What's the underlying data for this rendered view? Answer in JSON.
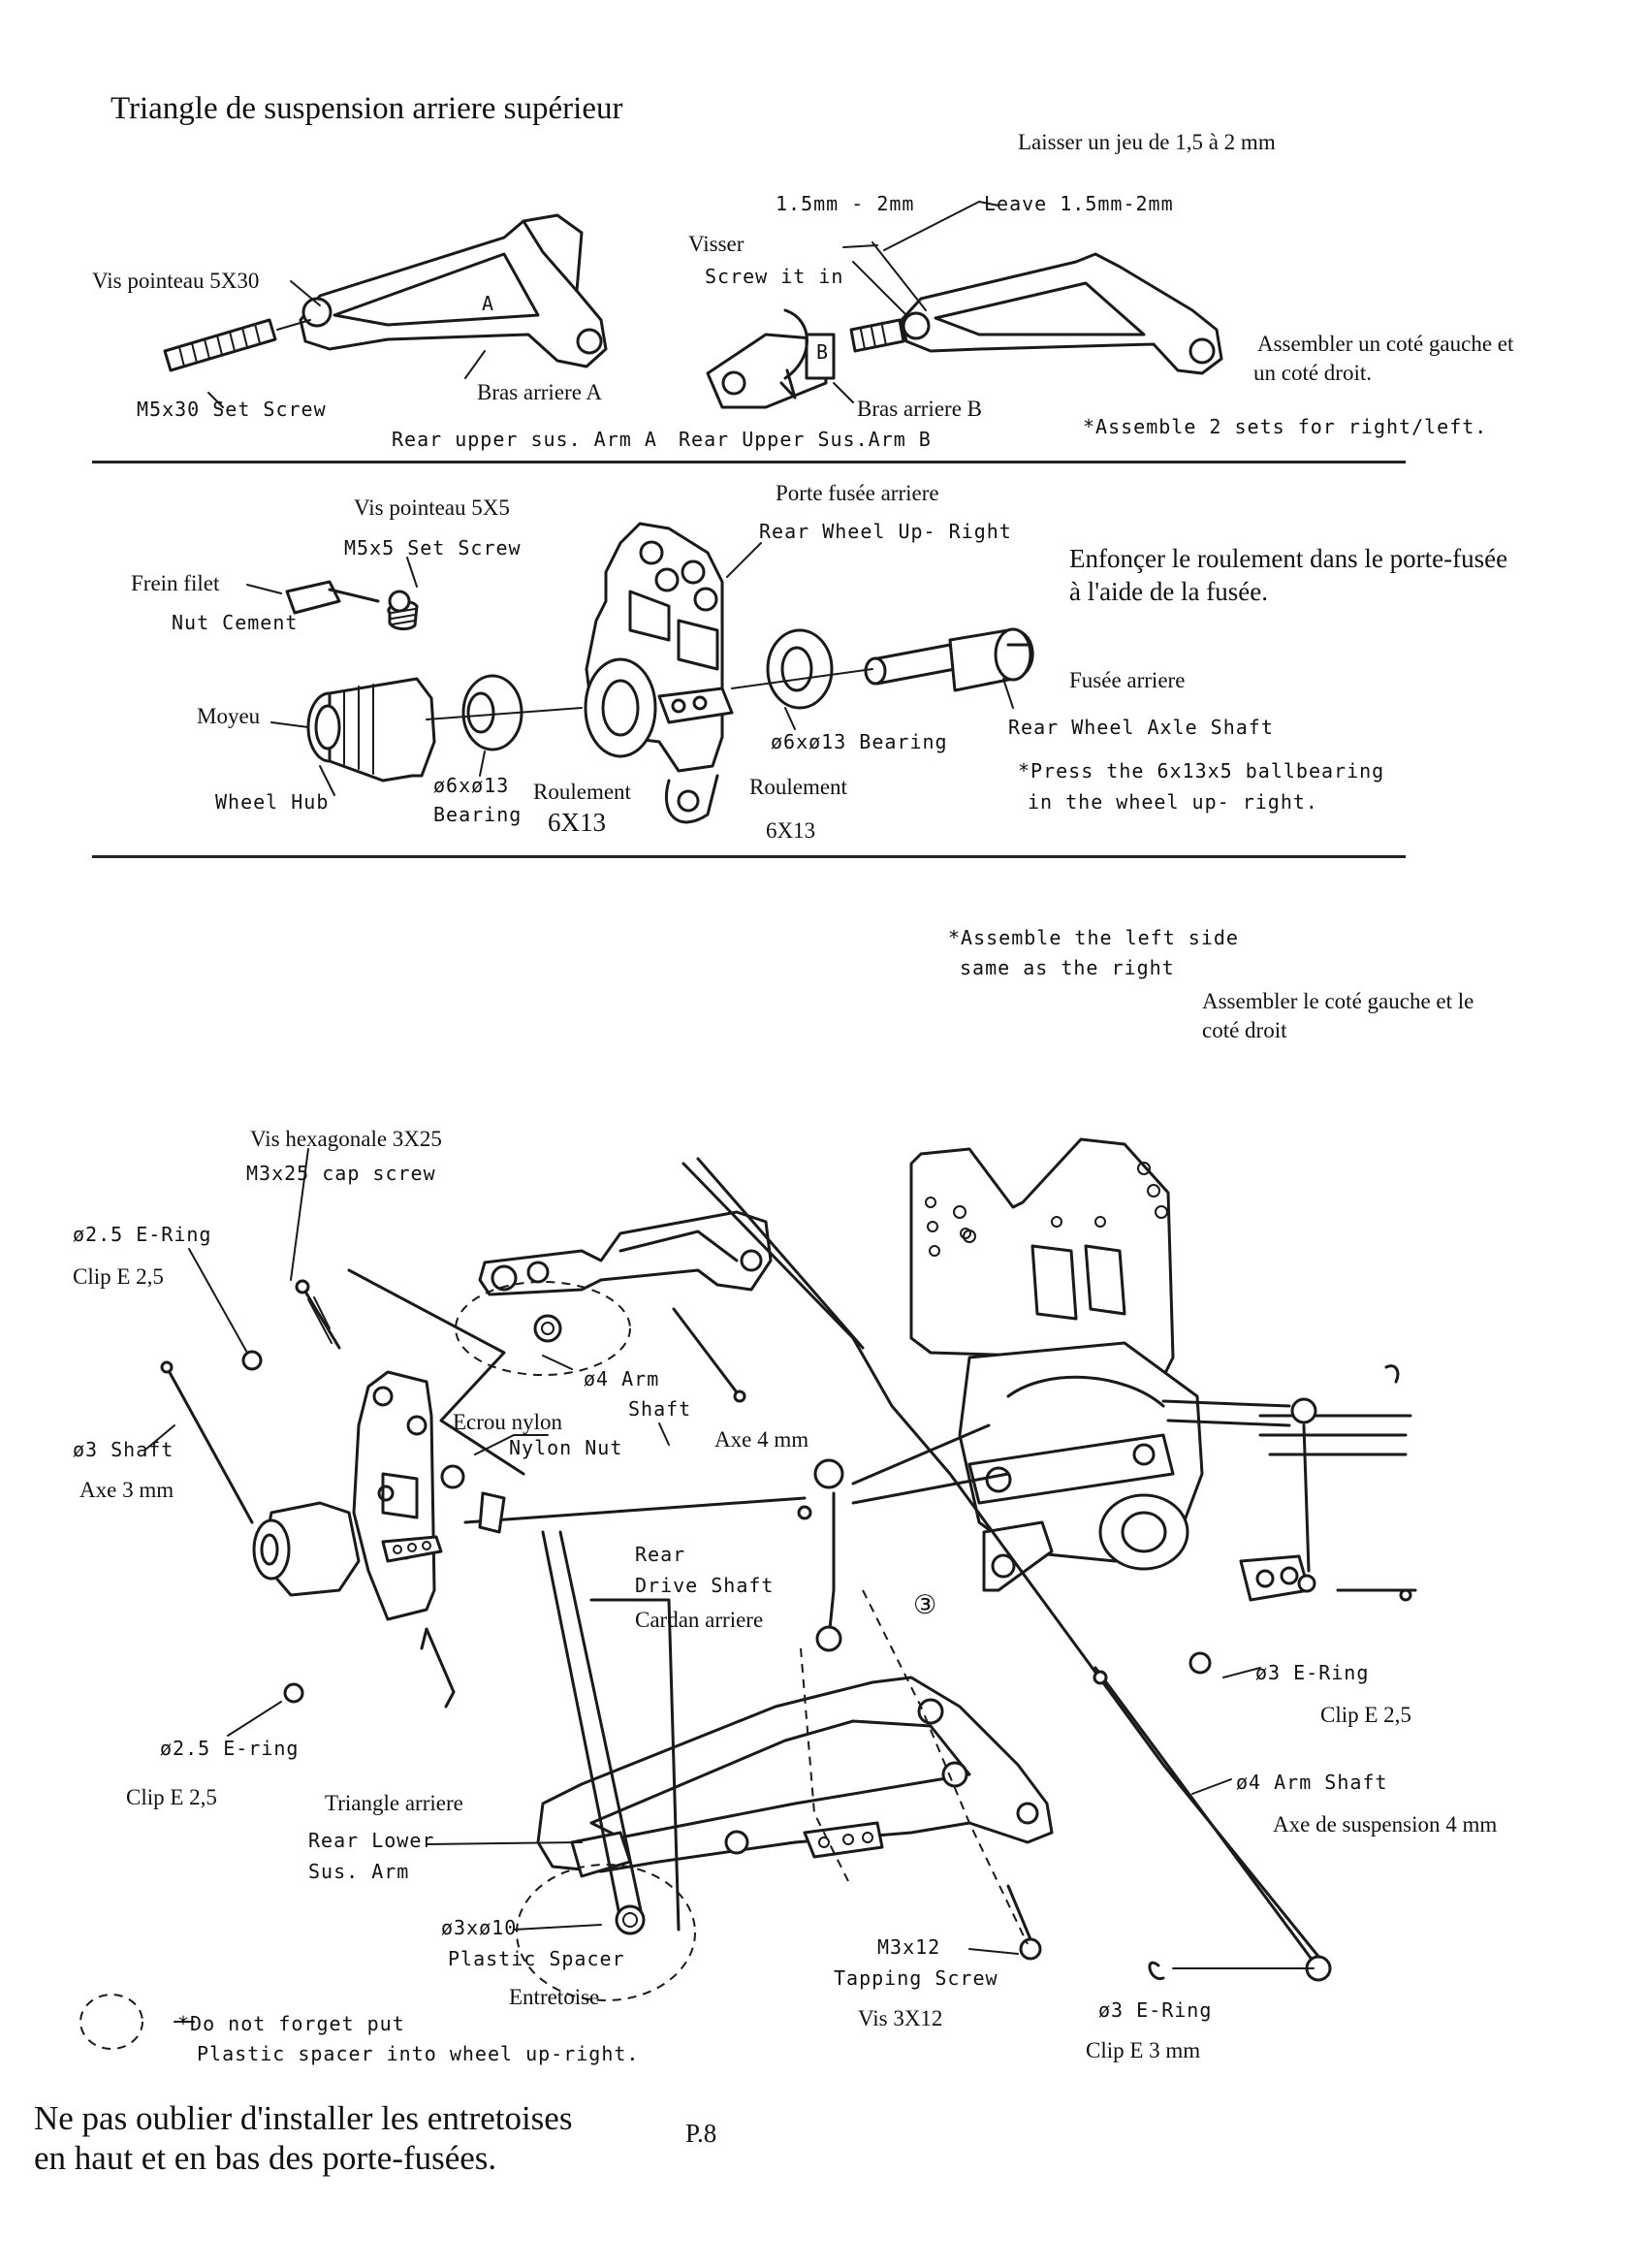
{
  "header": {
    "title": "Triangle de suspension arriere  supérieur",
    "gap_note_fr": "Laisser un jeu de 1,5 à 2 mm"
  },
  "section1": {
    "gap_value": "1.5mm - 2mm",
    "leave_gap": "Leave 1.5mm-2mm",
    "visser": "Visser",
    "screw_it_in": "Screw it in",
    "set_screw_fr": "Vis pointeau 5X30",
    "set_screw_en": "M5x30 Set Screw",
    "arm_a_fr": "Bras arriere A",
    "arm_a_en": "Rear upper sus. Arm A",
    "arm_b_fr": "Bras arriere B",
    "arm_b_en": "Rear Upper Sus.Arm B",
    "assemble_fr_1": "Assembler un coté gauche et",
    "assemble_fr_2": "un coté droit.",
    "assemble_en": "*Assemble 2 sets for right/left.",
    "arm_label_a": "A",
    "arm_label_b": "B"
  },
  "section2": {
    "hub_carrier_fr": "Porte fusée arriere",
    "hub_carrier_en": "Rear Wheel Up- Right",
    "set_screw_fr": "Vis pointeau 5X5",
    "set_screw_en": "M5x5 Set Screw",
    "frein_fr": "Frein filet",
    "frein_en": "Nut Cement",
    "moyeu_fr": "Moyeu",
    "wheel_hub_en": "Wheel Hub",
    "bearing1_en_1": "ø6xø13",
    "bearing1_en_2": "Bearing",
    "roulement1_fr": "Roulement",
    "roulement1_size": "6X13",
    "bearing2_en": "ø6xø13 Bearing",
    "roulement2_fr": "Roulement",
    "roulement2_size": "6X13",
    "press_fr_1": "Enfonçer le roulement dans le porte-fusée",
    "press_fr_2": "à l'aide de la fusée.",
    "axle_fr": "Fusée arriere",
    "axle_en": "Rear Wheel Axle Shaft",
    "press_en_1": "*Press the 6x13x5 ballbearing",
    "press_en_2": "in the wheel up- right."
  },
  "section3": {
    "assemble_left_en_1": "*Assemble the left side",
    "assemble_left_en_2": "same as the right",
    "assemble_left_fr_1": "Assembler le coté gauche et le",
    "assemble_left_fr_2": "coté droit",
    "cap_screw_fr": "Vis hexagonale 3X25",
    "cap_screw_en": "M3x25 cap screw",
    "ering25_top_en": "ø2.5 E-Ring",
    "ering25_top_fr": "Clip E 2,5",
    "shaft3_en": "ø3 Shaft",
    "shaft3_fr": "Axe 3 mm",
    "arm_shaft4_en_1": "ø4 Arm",
    "arm_shaft4_en_2": "Shaft",
    "nylon_nut_fr": "Ecrou nylon",
    "nylon_nut_en": "Nylon Nut",
    "axe4_fr": "Axe 4 mm",
    "drive_shaft_en_1": "Rear",
    "drive_shaft_en_2": "Drive Shaft",
    "drive_shaft_fr": "Cardan arriere",
    "ering3_right_en": "ø3 E-Ring",
    "ering3_right_fr": "Clip E 2,5",
    "ering25_bottom_en": "ø2.5 E-ring",
    "ering25_bottom_fr": "Clip  E 2,5",
    "lower_arm_fr": "Triangle arriere",
    "lower_arm_en_1": "Rear Lower",
    "lower_arm_en_2": "Sus. Arm",
    "arm_shaft4_long_en": "ø4 Arm Shaft",
    "arm_shaft4_long_fr": "Axe de suspension  4 mm",
    "spacer_en_1": "ø3xø10",
    "spacer_en_2": "Plastic Spacer",
    "spacer_fr": "Entretoise",
    "tapping_en_1": "M3x12",
    "tapping_en_2": "Tapping Screw",
    "tapping_fr": "Vis 3X12",
    "ering3_bottom_en": "ø3 E-Ring",
    "ering3_bottom_fr": "Clip E 3 mm",
    "note_en_1": "*Do not forget put",
    "note_en_2": "Plastic spacer into wheel up-right.",
    "step_mark": "③"
  },
  "footer": {
    "note_fr_1": "Ne pas oublier d'installer les entretoises",
    "note_fr_2": "en haut et en bas des porte-fusées.",
    "page": "P.8"
  }
}
